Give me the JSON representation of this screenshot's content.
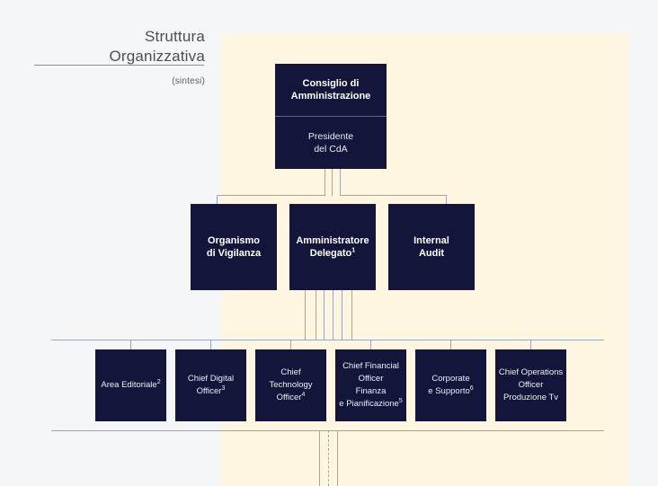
{
  "title": {
    "line1": "Struttura",
    "line2": "Organizzativa",
    "subtitle": "(sintesi)"
  },
  "colors": {
    "page_background": "#f5f6f8",
    "panel_background": "#fef6e0",
    "node_fill": "#14153a",
    "node_text": "#ffffff",
    "connector_line": "#9aa7b4",
    "title_text": "#4d4d55"
  },
  "chart_data": {
    "type": "diagram",
    "title": "Struttura Organizzativa",
    "subtitle": "(sintesi)",
    "levels": [
      {
        "level": 1,
        "nodes": [
          {
            "id": "cda",
            "primary": "Consiglio di\nAmministrazione",
            "secondary": "Presidente\ndel CdA"
          }
        ]
      },
      {
        "level": 2,
        "nodes": [
          {
            "id": "odv",
            "label": "Organismo\ndi Vigilanza"
          },
          {
            "id": "ad",
            "label": "Amministratore\nDelegato",
            "footnote": "1"
          },
          {
            "id": "internal-audit",
            "label": "Internal\nAudit"
          }
        ]
      },
      {
        "level": 3,
        "nodes": [
          {
            "id": "area-editoriale",
            "label": "Area Editoriale",
            "footnote": "2"
          },
          {
            "id": "cdo",
            "label": "Chief Digital\nOfficer",
            "footnote": "3"
          },
          {
            "id": "cto",
            "label": "Chief\nTechnology\nOfficer",
            "footnote": "4"
          },
          {
            "id": "cfo",
            "label": "Chief Financial\nOfficer\nFinanza\ne Pianificazione",
            "footnote": "5"
          },
          {
            "id": "corporate",
            "label": "Corporate\ne Supporto",
            "footnote": "6"
          },
          {
            "id": "coo",
            "label": "Chief Operations\nOfficer\nProduzione Tv",
            "footnote": ""
          }
        ]
      }
    ]
  }
}
